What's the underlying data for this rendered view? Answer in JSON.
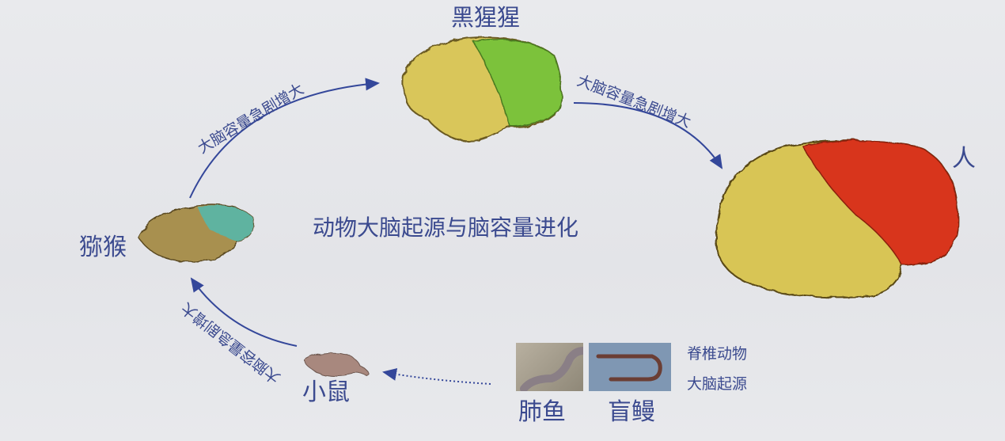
{
  "title": "动物大脑起源与脑容量进化",
  "species": {
    "chimpanzee": "黑猩猩",
    "human": "人",
    "macaque": "猕猴",
    "mouse": "小鼠",
    "lungfish": "肺鱼",
    "hagfish": "盲鳗"
  },
  "origin_note": [
    "脊椎动物",
    "大脑起源"
  ],
  "arc_labels": [
    "大脑容量急剧增大",
    "大脑容量急剧增大",
    "大脑容量急剧增大"
  ],
  "colors": {
    "text": "#3b4a8f",
    "arrow": "#34479a",
    "brain_yellow": "#d9c65a",
    "chimp_frontal": "#7cc23a",
    "human_frontal": "#d8361c",
    "macaque_frontal": "#5fb3a0"
  }
}
